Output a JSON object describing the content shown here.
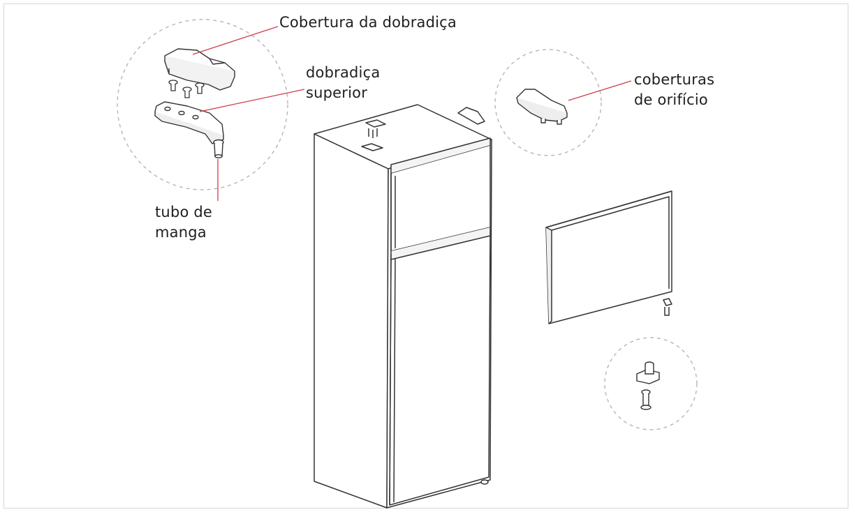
{
  "labels": {
    "hinge_cover": "Cobertura da dobradiça",
    "upper_hinge": [
      "dobradiça",
      "superior"
    ],
    "hole_covers": [
      "coberturas",
      "de orifício"
    ],
    "sleeve_tube": [
      "tubo de",
      "manga"
    ]
  },
  "colors": {
    "leader_line": "#d23a4a",
    "outline": "#333333",
    "detail_circle": "#b5b5b5",
    "frame_border": "#d7d7d7"
  }
}
